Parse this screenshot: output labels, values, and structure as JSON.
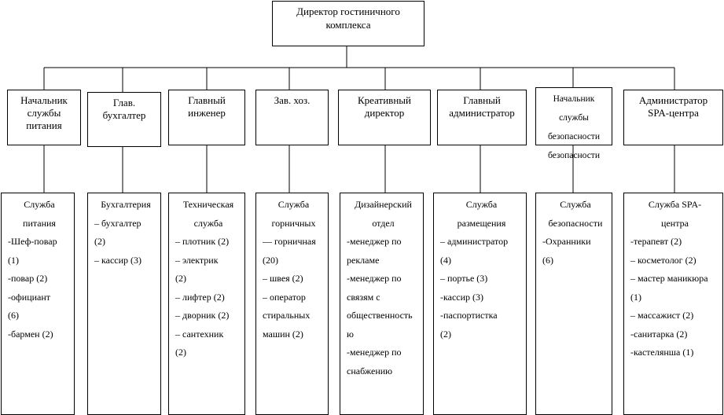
{
  "director": {
    "label": "Директор гостиничного\nкомплекса"
  },
  "heads": [
    {
      "label": "Начальник\nслужбы\nпитания"
    },
    {
      "label": "Глав.\nбухгалтер"
    },
    {
      "label": "Главный\nинженер"
    },
    {
      "label": "Зав. хоз."
    },
    {
      "label": "Креативный\nдиректор"
    },
    {
      "label": "Главный\nадминистратор"
    },
    {
      "label": "Начальник\nслужбы\nбезопасности\nбезопасности"
    },
    {
      "label": "Администратор\nSPA-центра"
    }
  ],
  "departments": [
    {
      "title": "Служба\nпитания",
      "items": [
        "-Шеф-повар\n(1)",
        "-повар (2)",
        "-официант\n(6)",
        "-бармен (2)"
      ]
    },
    {
      "title": "Бухгалтерия",
      "items": [
        "– бухгалтер\n(2)",
        "– кассир (3)"
      ]
    },
    {
      "title": "Техническая\nслужба",
      "items": [
        "– плотник (2)",
        "– электрик\n(2)",
        "– лифтер (2)",
        "– дворник (2)",
        "– сантехник\n(2)"
      ]
    },
    {
      "title": "Служба\nгорничных",
      "items": [
        "— горничная\n(20)",
        "– швея (2)",
        "– оператор\nстиральных\nмашин (2)"
      ]
    },
    {
      "title": "Дизайнерский\nотдел",
      "items": [
        "-менеджер по\nрекламе",
        "-менеджер по\nсвязям с\nобщественность\nю",
        "-менеджер по\nснабжению"
      ]
    },
    {
      "title": "Служба\nразмещения",
      "items": [
        "– администратор\n(4)",
        "– портье (3)\n-кассир (3)",
        "-паспортистка\n(2)"
      ]
    },
    {
      "title": "Служба\nбезопасности",
      "items": [
        "-Охранники\n(6)"
      ]
    },
    {
      "title": "Служба SPA-\nцентра",
      "items": [
        "-терапевт (2)",
        "– косметолог (2)",
        "– мастер маникюра\n(1)",
        "– массажист (2)",
        "-санитарка (2)",
        "-кастелянша (1)"
      ]
    }
  ]
}
